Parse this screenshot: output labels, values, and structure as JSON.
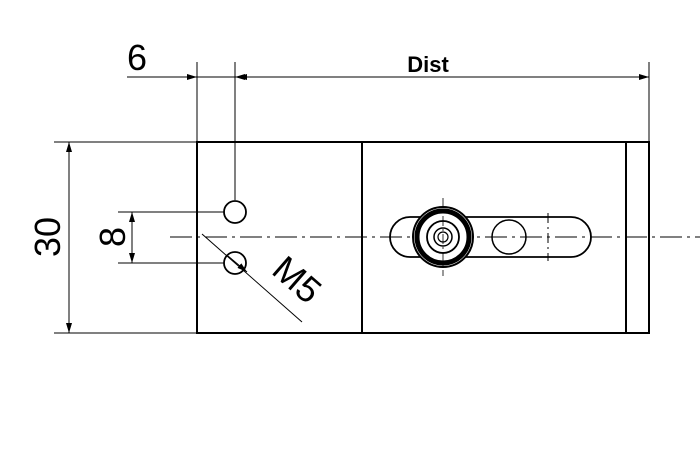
{
  "dimensions": {
    "left_offset": "6",
    "distance": "Dist",
    "height": "30",
    "hole_spacing": "8",
    "thread": "M5"
  },
  "colors": {
    "line": "#000000",
    "background": "#ffffff"
  }
}
